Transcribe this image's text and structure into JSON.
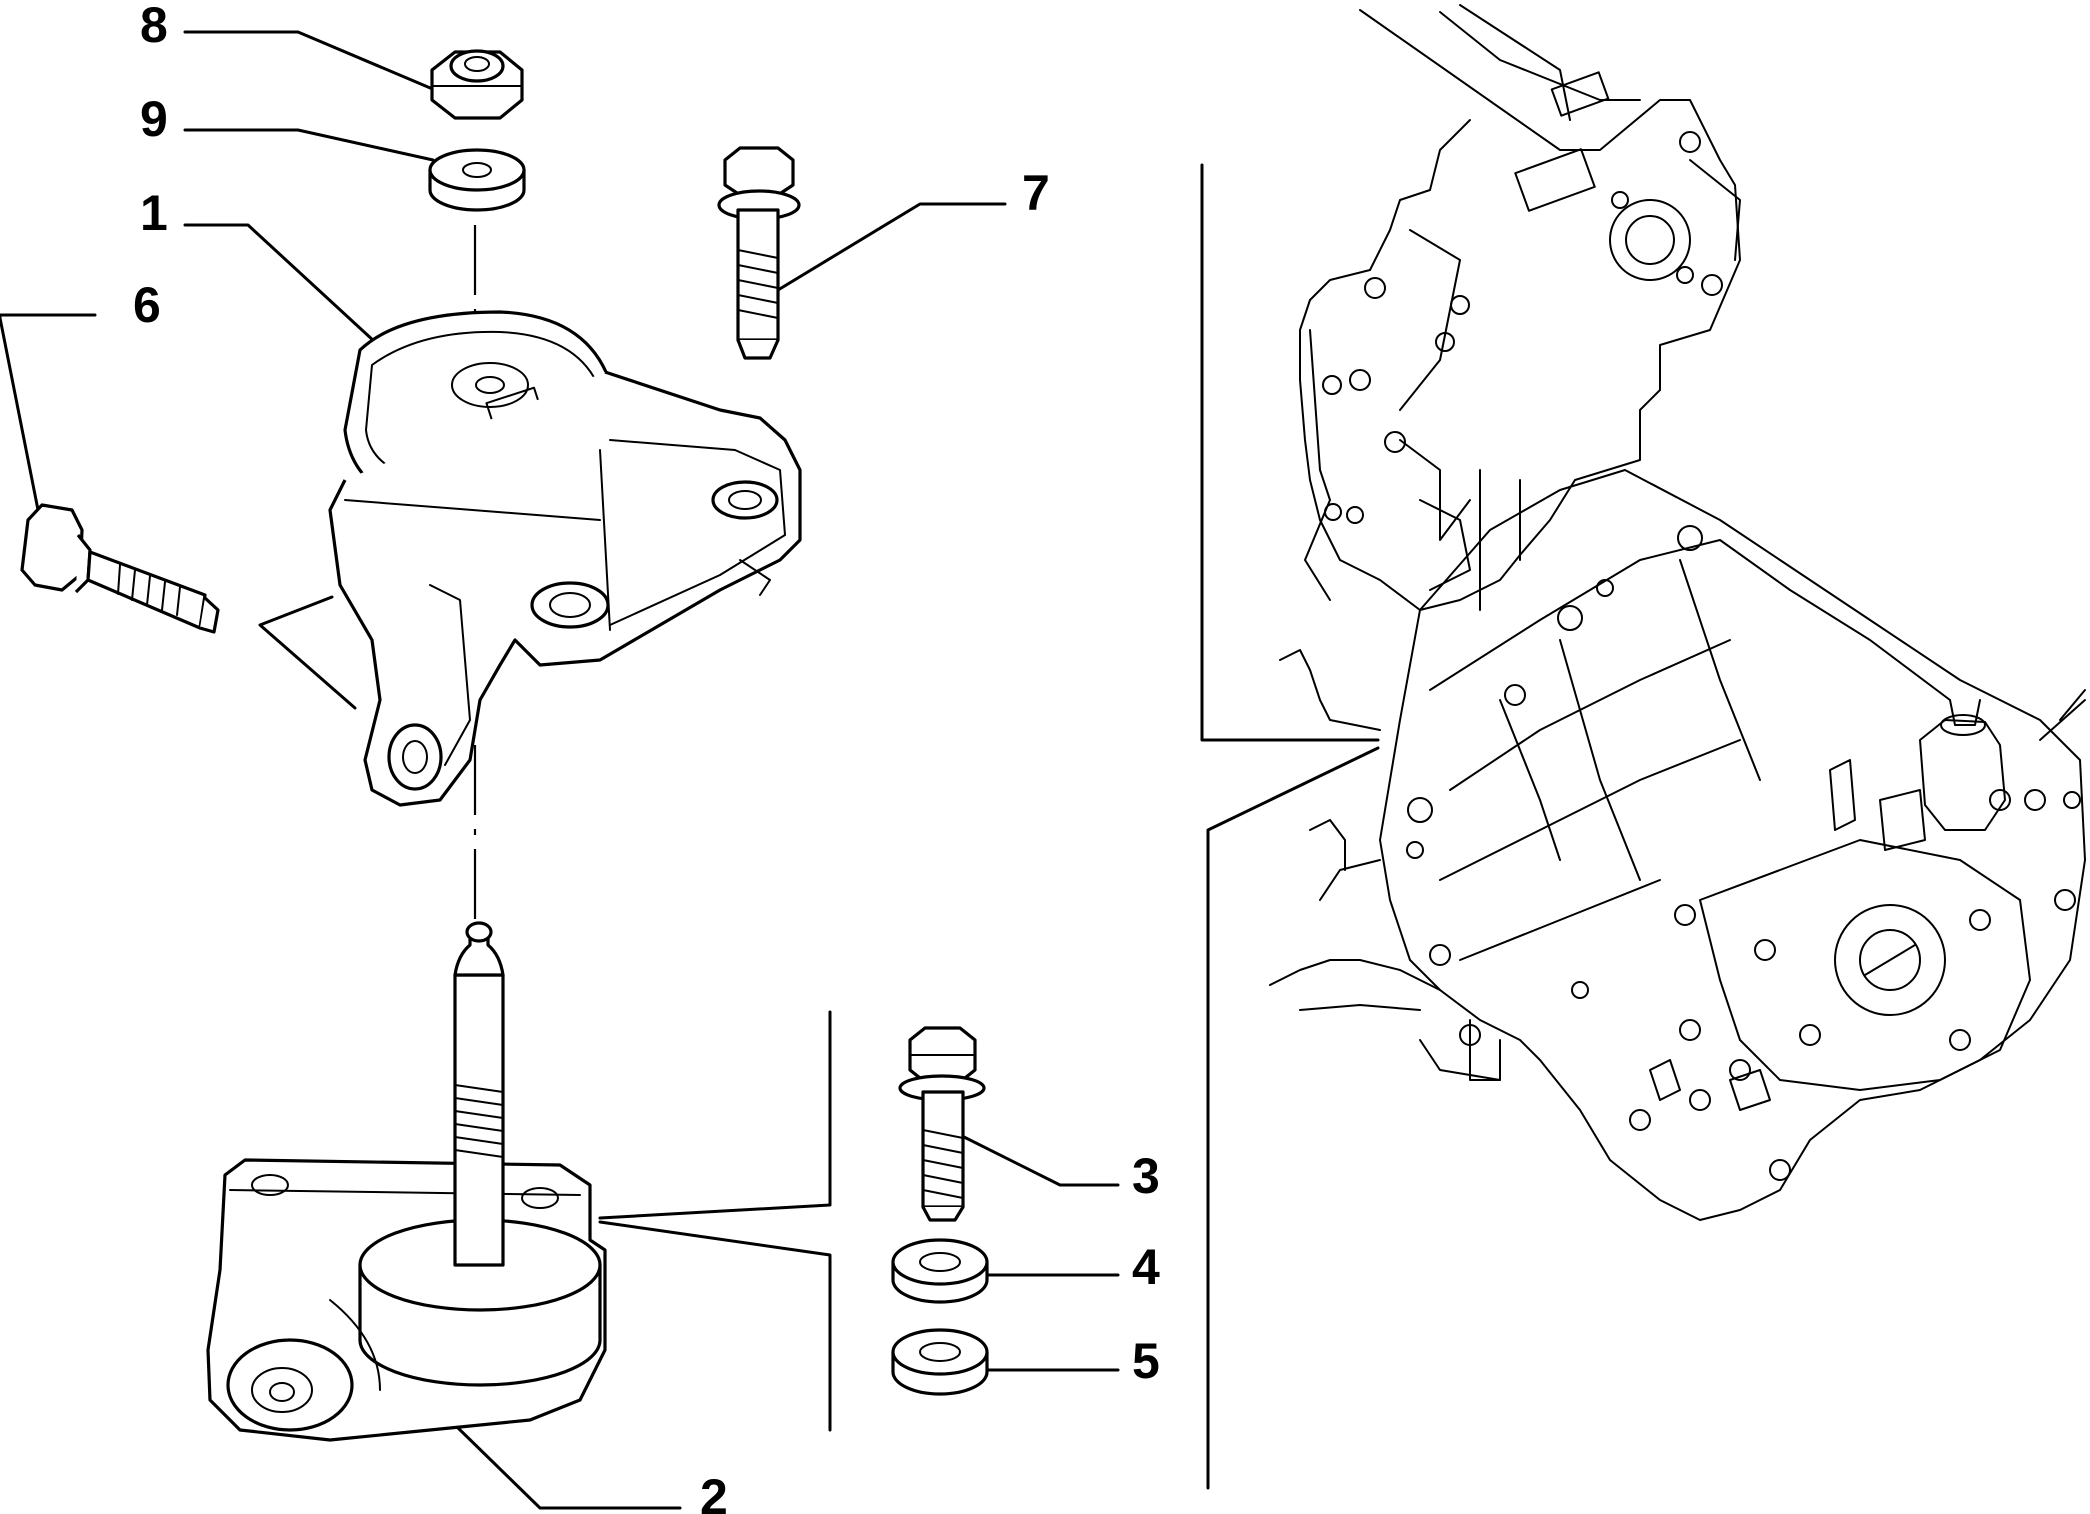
{
  "callouts": [
    {
      "id": "8",
      "label": "8"
    },
    {
      "id": "9",
      "label": "9"
    },
    {
      "id": "1",
      "label": "1"
    },
    {
      "id": "6",
      "label": "6"
    },
    {
      "id": "7",
      "label": "7"
    },
    {
      "id": "3",
      "label": "3"
    },
    {
      "id": "4",
      "label": "4"
    },
    {
      "id": "5",
      "label": "5"
    },
    {
      "id": "2",
      "label": "2"
    }
  ]
}
